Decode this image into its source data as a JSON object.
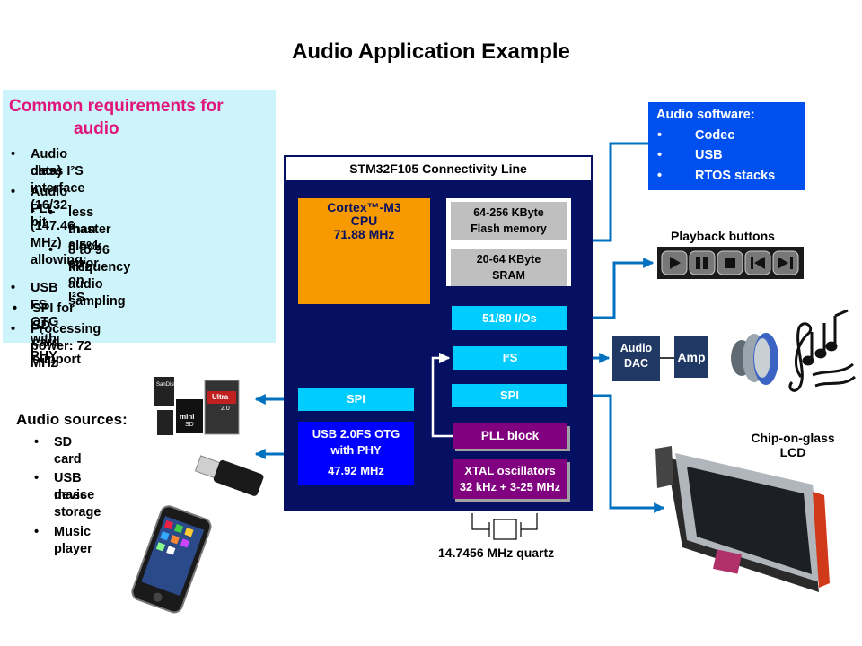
{
  "title": "Audio Application Example",
  "requirements": {
    "heading": [
      "Common requirements for",
      "audio"
    ],
    "items": [
      "Audio class I²S interface (16/32-bit",
      "data)",
      "Audio PLL (147.46 MHz) allowing:",
      "less than 0.5% error on I²S",
      "master clock",
      "8 to 96 kHz audio sampling",
      "frequency",
      "USB FS OTG with PHY",
      "SPI for SD card support",
      "Processing power: 72 MHz"
    ]
  },
  "mcu": {
    "title": "STM32F105 Connectivity Line",
    "cpu": [
      "Cortex™-M3",
      "CPU",
      "71.88 MHz"
    ],
    "flash": [
      "64-256 KByte",
      "Flash memory"
    ],
    "sram": [
      "20-64 KByte",
      "SRAM"
    ],
    "io": "51/80 I/Os",
    "i2s": "I²S",
    "spi_right": "SPI",
    "spi_left": "SPI",
    "usb": [
      "USB 2.0FS OTG",
      "with PHY",
      "47.92 MHz"
    ],
    "pll": "PLL block",
    "xtal": [
      "XTAL oscillators",
      "32 kHz + 3-25 MHz"
    ]
  },
  "quartz_label": "14.7456 MHz quartz",
  "audio_software": {
    "heading": "Audio software:",
    "items": [
      "Codec",
      "USB",
      "RTOS stacks"
    ]
  },
  "playback": {
    "label": "Playback buttons",
    "buttons": [
      "play",
      "pause",
      "stop",
      "previous",
      "next"
    ]
  },
  "audio_dac": [
    "Audio",
    "DAC"
  ],
  "amp": "Amp",
  "lcd_label": [
    "Chip-on-glass",
    "LCD"
  ],
  "sources": {
    "heading": "Audio sources:",
    "items": [
      "SD card",
      "USB mass storage",
      "device",
      "Music player"
    ]
  },
  "sd_text": [
    "SanDisk",
    "Ultra",
    "2.0",
    "mini",
    "SD"
  ],
  "colors": {
    "mcu_navy": "#061062",
    "cpu_orange": "#f79a00",
    "cyan_block": "#00ccff",
    "purple_block": "#800080",
    "arrow_blue": "#0070c0",
    "req_bg": "#cdf4fa",
    "req_heading": "#e0147a"
  }
}
